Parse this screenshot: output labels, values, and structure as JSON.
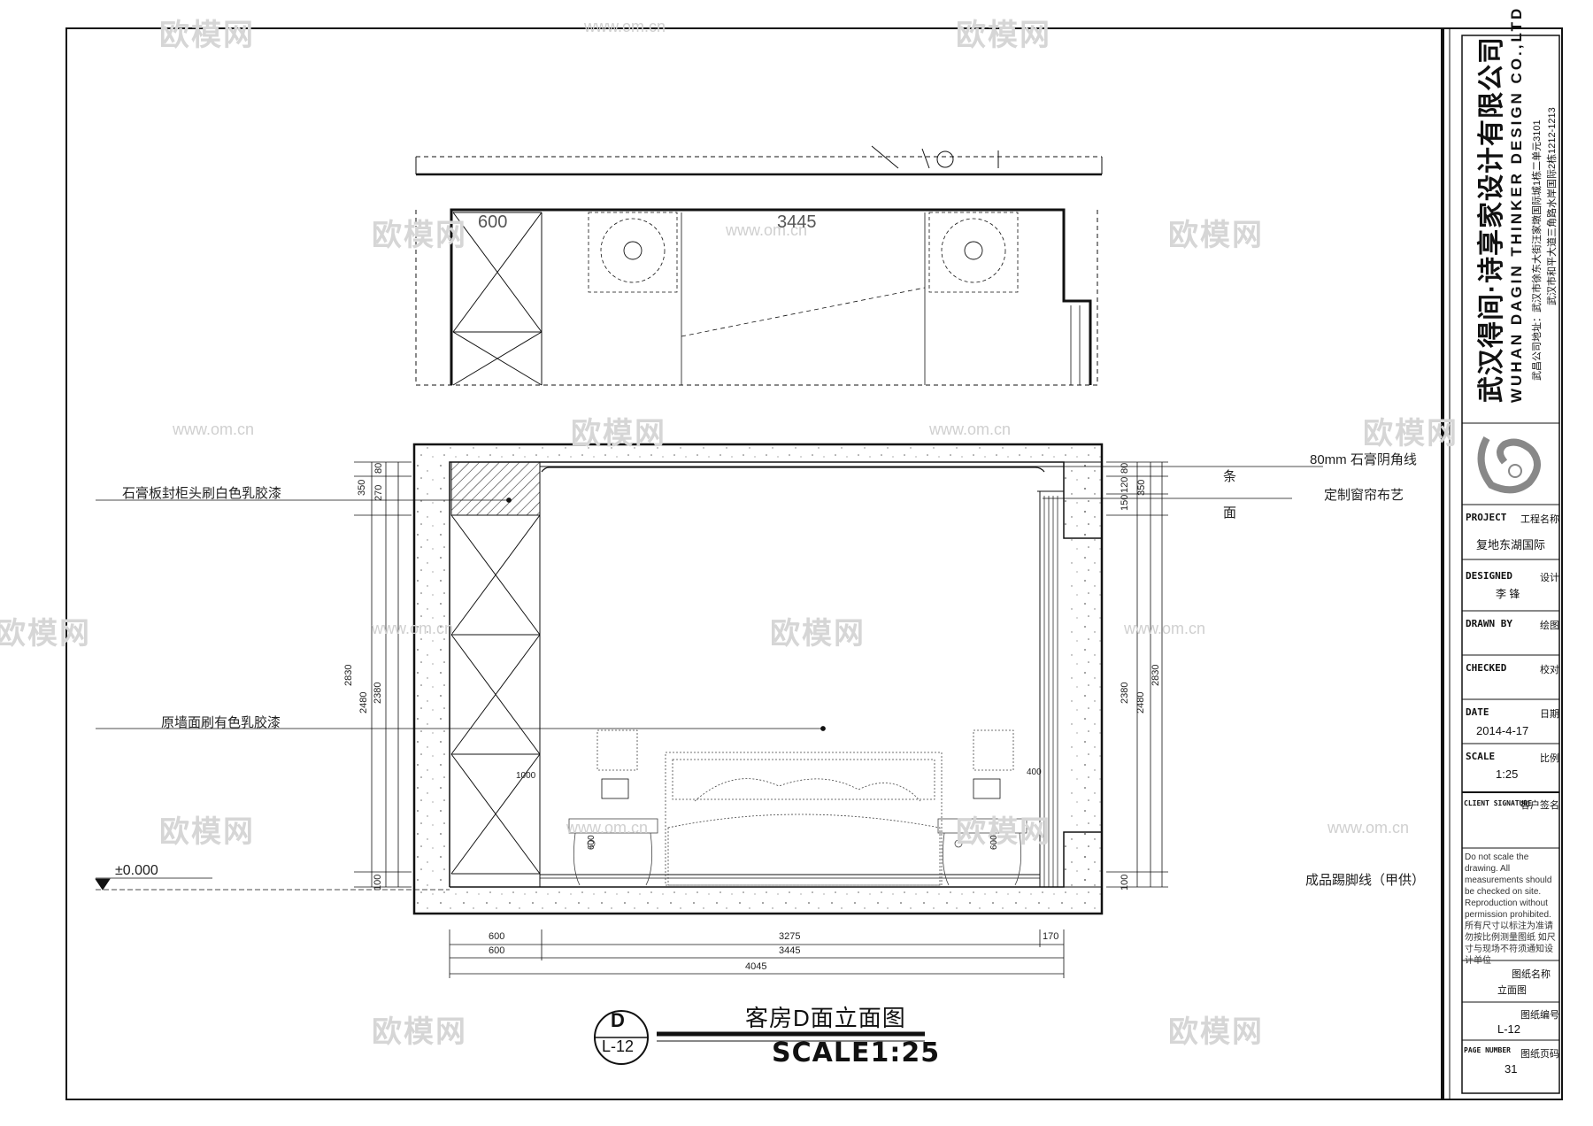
{
  "drawing": {
    "title": "客房D面立面图",
    "scale_text": "SCALE1:25",
    "tag_letter": "D",
    "tag_ref": "L-12"
  },
  "annotations": {
    "left_top": "石膏板封柜头刷白色乳胶漆",
    "left_mid": "原墙面刷有色乳胶漆",
    "level": "±0.000",
    "right_top": "80mm 石膏阴角线",
    "right_second": "定制窗帘布艺",
    "right_bottom": "成品踢脚线（甲供）",
    "right_char_a": "条",
    "right_char_b": "面"
  },
  "dimensions": {
    "plan_left": "600",
    "plan_mid": "3445",
    "bottom_row1": [
      "600",
      "3275",
      "170"
    ],
    "bottom_row2": [
      "600",
      "3445"
    ],
    "bottom_total": "4045",
    "left_chain": [
      "350",
      "80",
      "270",
      "2830",
      "2480",
      "2380",
      "100"
    ],
    "right_chain": [
      "80",
      "120",
      "150",
      "350",
      "2830",
      "2480",
      "2380",
      "100"
    ],
    "interior": [
      "1000",
      "600",
      "600",
      "400"
    ]
  },
  "title_block": {
    "company_cn": "武汉得间·诗享家设计有限公司",
    "company_en": "WUHAN DAGIN THINKER DESIGN CO.,LTD",
    "address_1": "武昌公司地址：武汉市徐东大街汪家墩国际城1栋二单元3101",
    "address_2": "武汉市和平大道三角路水岸国际2栋1212-1213",
    "project_label": "PROJECT",
    "project_label_cn": "工程名称",
    "project_value": "复地东湖国际",
    "designed_label": "DESIGNED",
    "designed_label_cn": "设计",
    "designed_value": "李 锋",
    "drawn_label": "DRAWN BY",
    "drawn_label_cn": "绘图",
    "checked_label": "CHECKED",
    "checked_label_cn": "校对",
    "date_label": "DATE",
    "date_label_cn": "日期",
    "date_value": "2014-4-17",
    "scale_label": "SCALE",
    "scale_label_cn": "比例",
    "scale_value": "1:25",
    "client_label": "CLIENT SIGNATURE",
    "client_label_cn": "客户签名",
    "note_en": "Do not scale the drawing. All measurements should be checked on site. Reproduction without permission prohibited.",
    "note_cn": "所有尺寸以标注为准请勿按比例测量图纸 如尺寸与现场不符须通知设计单位",
    "title_label_cn": "图纸名称",
    "title_value": "立面图",
    "drawing_no_label_cn": "图纸编号",
    "drawing_no_value": "L-12",
    "page_label": "PAGE NUMBER",
    "page_label_cn": "图纸页码",
    "page_value": "31"
  },
  "watermark": {
    "brand": "欧模网",
    "url": "www.om.cn"
  }
}
